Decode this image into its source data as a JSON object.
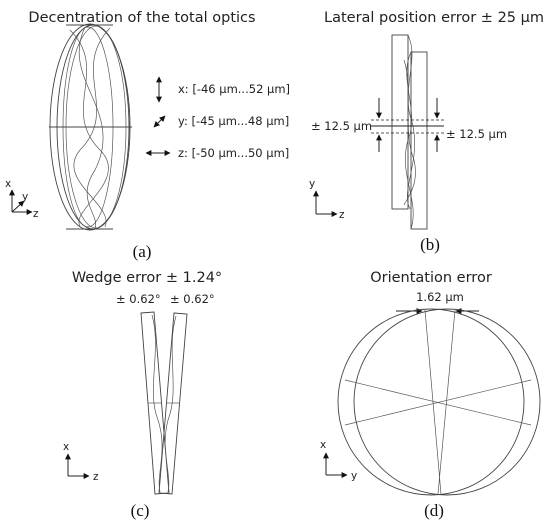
{
  "panels": {
    "a": {
      "title": "Decentration of the total optics",
      "caption": "(a)",
      "ranges": [
        {
          "text": "x: [-46 µm...52 µm]"
        },
        {
          "text": "y: [-45 µm...48 µm]"
        },
        {
          "text": "z: [-50 µm...50 µm]"
        }
      ],
      "axes": {
        "vertical": "x",
        "diagonal": "y",
        "horizontal": "z"
      }
    },
    "b": {
      "title": "Lateral position error ± 25 µm",
      "caption": "(b)",
      "left_label": "± 12.5 µm",
      "right_label": "± 12.5 µm",
      "axes": {
        "vertical": "y",
        "horizontal": "z"
      }
    },
    "c": {
      "title": "Wedge error ± 1.24°",
      "caption": "(c)",
      "left_angle": "± 0.62°",
      "right_angle": "± 0.62°",
      "axes": {
        "vertical": "x",
        "horizontal": "z"
      }
    },
    "d": {
      "title": "Orientation error",
      "caption": "(d)",
      "offset_label": "1.62 µm",
      "axes": {
        "vertical": "x",
        "horizontal": "y"
      }
    }
  }
}
